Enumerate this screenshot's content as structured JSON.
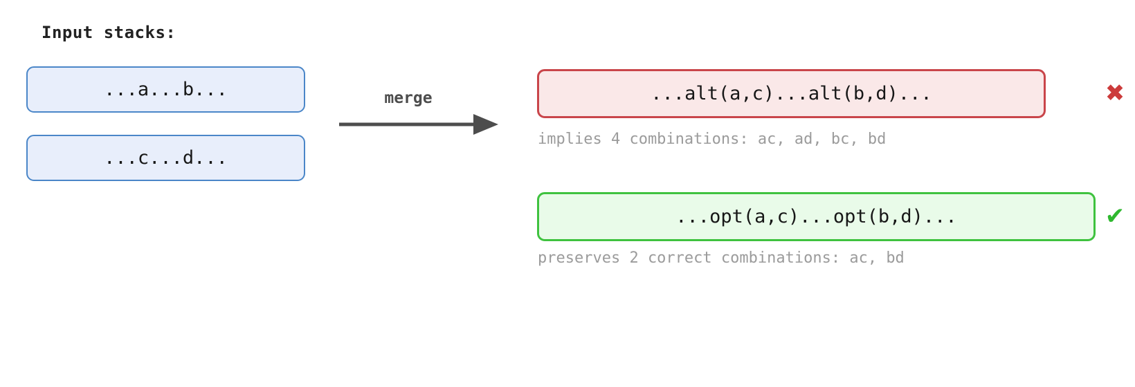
{
  "heading": "Input stacks:",
  "input_stacks": [
    {
      "text": "...a...b..."
    },
    {
      "text": "...c...d..."
    }
  ],
  "transform": {
    "label": "merge",
    "arrow_icon": "right-arrow-icon"
  },
  "results": [
    {
      "id": "alt",
      "text": "...alt(a,c)...alt(b,d)...",
      "caption": "implies 4 combinations: ac, ad, bc, bd",
      "status": "incorrect",
      "status_icon": "cross-icon",
      "status_glyph": "✖",
      "border_color": "#c9454a",
      "fill_color": "#fae8e8",
      "icon_color": "#cc3b3b"
    },
    {
      "id": "opt",
      "text": "...opt(a,c)...opt(b,d)...",
      "caption": "preserves 2 correct combinations: ac, bd",
      "status": "correct",
      "status_icon": "check-icon",
      "status_glyph": "✔",
      "border_color": "#3fc23f",
      "fill_color": "#e9fbe9",
      "icon_color": "#2fb82f"
    }
  ],
  "colors": {
    "input_border": "#4a86c8",
    "input_fill": "#e8eefb",
    "arrow": "#4d4d4d",
    "caption_text": "#9b9b9b",
    "background": "#ffffff"
  }
}
